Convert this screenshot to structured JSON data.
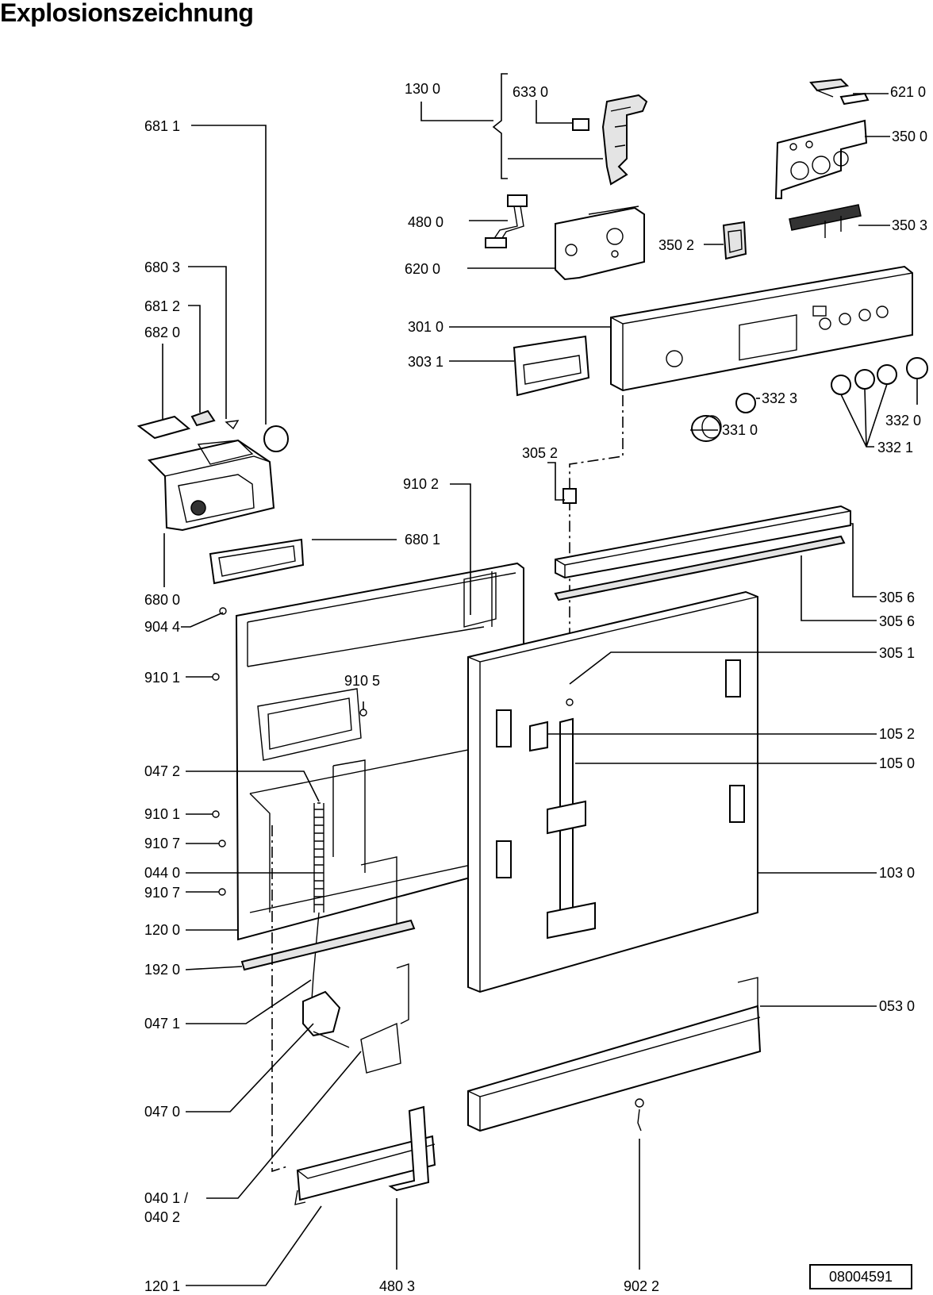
{
  "title": "Explosionszeichnung",
  "document_number": "08004591",
  "callouts": {
    "p1300": "130 0",
    "p6330": "633 0",
    "p6210": "621 0",
    "p3500": "350 0",
    "p6811": "681 1",
    "p4800": "480 0",
    "p3503": "350 3",
    "p3502": "350 2",
    "p6200": "620 0",
    "p6803": "680 3",
    "p6812": "681 2",
    "p6820": "682 0",
    "p3010": "301 0",
    "p3031": "303 1",
    "p3323": "332 3",
    "p3320": "332 0",
    "p3310": "331 0",
    "p3321": "332 1",
    "p3052": "305 2",
    "p9102": "910 2",
    "p6801": "680 1",
    "p6800": "680 0",
    "p9044": "904 4",
    "p3056a": "305 6",
    "p3056b": "305 6",
    "p3051": "305 1",
    "p9101a": "910 1",
    "p9105": "910 5",
    "p1052": "105 2",
    "p1050": "105 0",
    "p0472": "047 2",
    "p9101b": "910 1",
    "p9107a": "910 7",
    "p0440": "044 0",
    "p1030": "103 0",
    "p9107b": "910 7",
    "p1200": "120 0",
    "p1920": "192 0",
    "p0530": "053 0",
    "p0471": "047 1",
    "p0470": "047 0",
    "p0401": "040 1 /",
    "p0402": "040 2",
    "p1201": "120 1",
    "p4803": "480 3",
    "p9022": "902 2"
  }
}
